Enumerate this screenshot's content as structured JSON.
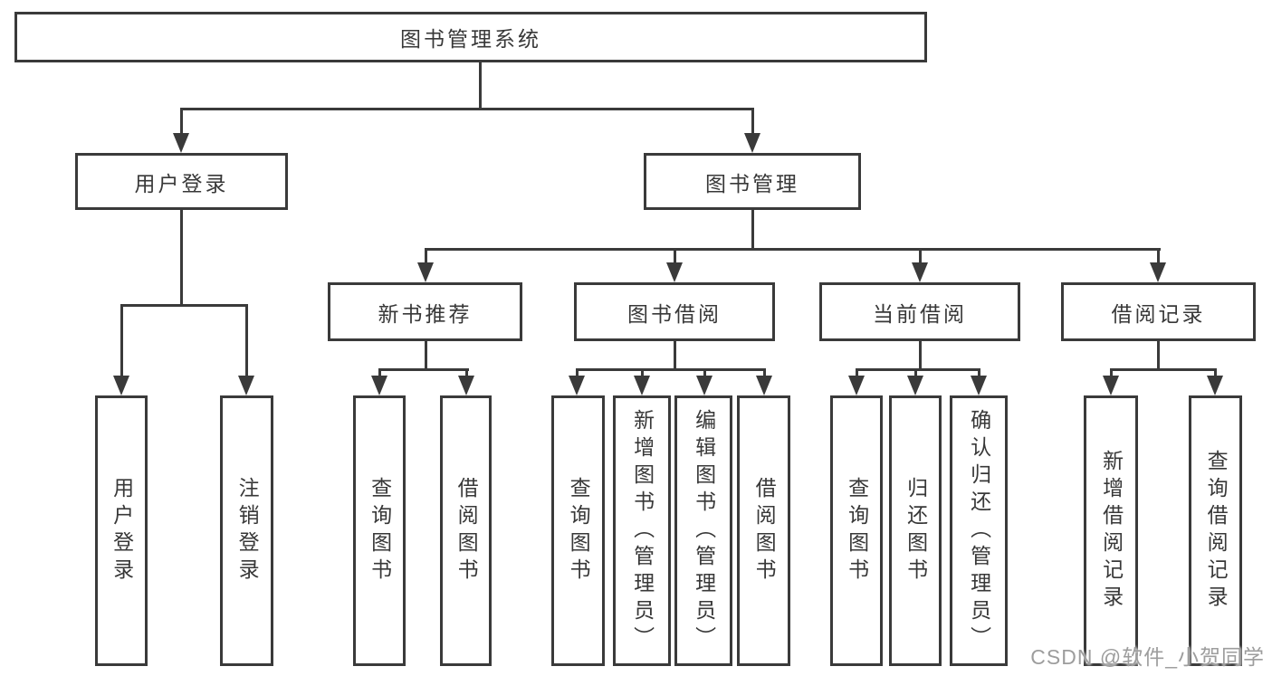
{
  "diagram": {
    "type": "hierarchy-tree",
    "root": {
      "label": "图书管理系统"
    },
    "branches": [
      {
        "label": "用户登录",
        "children": [
          {
            "label": "用户登录"
          },
          {
            "label": "注销登录"
          }
        ]
      },
      {
        "label": "图书管理",
        "children": [
          {
            "label": "新书推荐",
            "children": [
              {
                "label": "查询图书"
              },
              {
                "label": "借阅图书"
              }
            ]
          },
          {
            "label": "图书借阅",
            "children": [
              {
                "label": "查询图书"
              },
              {
                "label": "新增图书（管理员）"
              },
              {
                "label": "编辑图书（管理员）"
              },
              {
                "label": "借阅图书"
              }
            ]
          },
          {
            "label": "当前借阅",
            "children": [
              {
                "label": "查询图书"
              },
              {
                "label": "归还图书"
              },
              {
                "label": "确认归还（管理员）"
              }
            ]
          },
          {
            "label": "借阅记录",
            "children": [
              {
                "label": "新增借阅记录"
              },
              {
                "label": "查询借阅记录"
              }
            ]
          }
        ]
      }
    ]
  },
  "watermark": {
    "text": "CSDN @软件_小贺同学"
  },
  "colors": {
    "line": "#3a3a3a",
    "box_border": "#3a3a3a",
    "box_fill": "#ffffff",
    "text": "#383838",
    "watermark_text": "#9d9d9d",
    "background": "#ffffff"
  }
}
